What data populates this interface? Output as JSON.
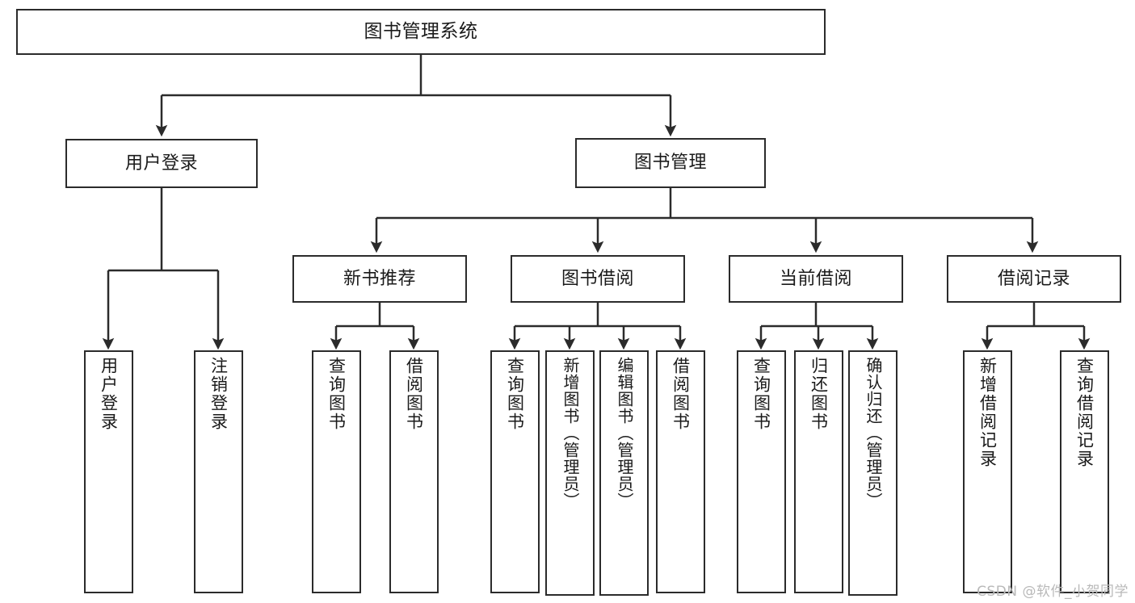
{
  "diagram": {
    "type": "tree-hierarchy-chart",
    "title": "图书管理系统",
    "watermark": "CSDN @软件_小贺同学",
    "colors": {
      "stroke": "#2b2b2b",
      "background": "#ffffff",
      "text": "#1a1a1a",
      "watermark": "#b9b9b9"
    },
    "nodes": {
      "root": {
        "label": "图书管理系统"
      },
      "level1": [
        {
          "label": "用户登录"
        },
        {
          "label": "图书管理"
        }
      ],
      "level2": [
        {
          "label": "新书推荐"
        },
        {
          "label": "图书借阅"
        },
        {
          "label": "当前借阅"
        },
        {
          "label": "借阅记录"
        }
      ],
      "leaves_user_login": [
        {
          "label": "用户登录"
        },
        {
          "label": "注销登录"
        }
      ],
      "leaves_new_book": [
        {
          "label": "查询图书"
        },
        {
          "label": "借阅图书"
        }
      ],
      "leaves_borrow": [
        {
          "label": "查询图书"
        },
        {
          "label": "新增图书（管理员）"
        },
        {
          "label": "编辑图书（管理员）"
        },
        {
          "label": "借阅图书"
        }
      ],
      "leaves_current": [
        {
          "label": "查询图书"
        },
        {
          "label": "归还图书"
        },
        {
          "label": "确认归还（管理员）"
        }
      ],
      "leaves_record": [
        {
          "label": "新增借阅记录"
        },
        {
          "label": "查询借阅记录"
        }
      ]
    }
  }
}
